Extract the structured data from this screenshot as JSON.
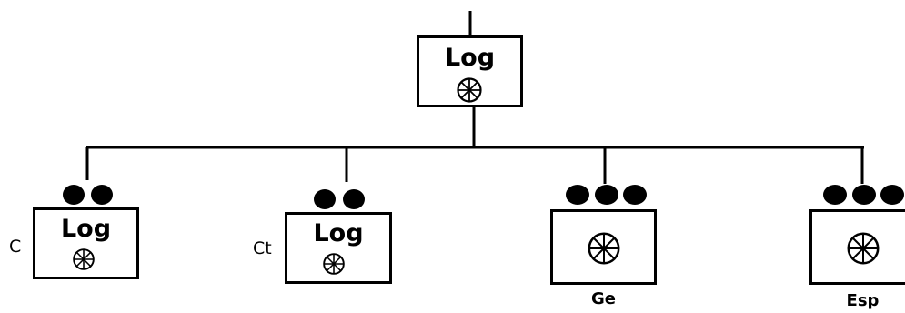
{
  "root": {
    "title": "Log",
    "icon": "wheel-icon"
  },
  "children": [
    {
      "title": "Log",
      "side_label": "C",
      "bottom_label": "",
      "dots": 2,
      "icon": "wheel-icon"
    },
    {
      "title": "Log",
      "side_label": "Ct",
      "bottom_label": "",
      "dots": 2,
      "icon": "wheel-icon"
    },
    {
      "title": "",
      "side_label": "",
      "bottom_label": "Ge",
      "dots": 3,
      "icon": "wheel-icon"
    },
    {
      "title": "",
      "side_label": "",
      "bottom_label": "Esp",
      "dots": 3,
      "icon": "wheel-icon"
    }
  ],
  "colors": {
    "line": "#000000",
    "dot": "#000000",
    "background": "#ffffff"
  }
}
